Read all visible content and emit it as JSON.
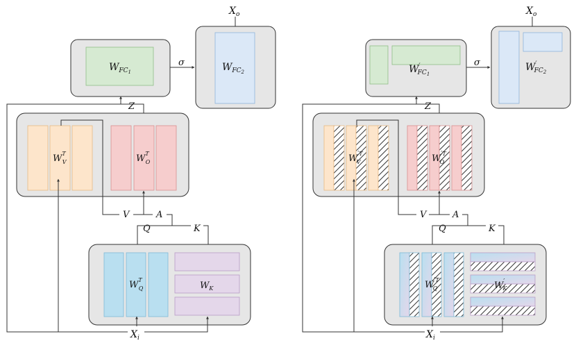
{
  "colors": {
    "fc1": "#d6ead2",
    "fc2": "#dbe8f7",
    "v": "#fde5cb",
    "o": "#f6cdcd",
    "q": "#b9dff0",
    "k": "#e4d7ea"
  },
  "left": {
    "x_out": "X",
    "x_out_sub": "o",
    "x_in": "X",
    "x_in_sub": "i",
    "fc1": {
      "base": "W",
      "sub": "FC",
      "subsub": "1"
    },
    "fc2": {
      "base": "W",
      "sub": "FC",
      "subsub": "2"
    },
    "sigma": "σ",
    "z": "Z",
    "v": "V",
    "a": "A",
    "q": "Q",
    "k": "K",
    "wv": {
      "base": "W",
      "sup": "T",
      "sub": "V"
    },
    "wo": {
      "base": "W",
      "sup": "T",
      "sub": "O"
    },
    "wq": {
      "base": "W",
      "sup": "T",
      "sub": "Q"
    },
    "wk": {
      "base": "W",
      "sub": "K"
    }
  },
  "right": {
    "x_out": "X",
    "x_out_sub": "o",
    "x_in": "X",
    "x_in_sub": "i",
    "fc1": {
      "base": "W",
      "prime": "′",
      "sub": "FC",
      "subsub": "1"
    },
    "fc2": {
      "base": "W",
      "prime": "′",
      "sub": "FC",
      "subsub": "2"
    },
    "sigma": "σ",
    "z": "Z",
    "v": "V",
    "a": "A",
    "q": "Q",
    "k": "K",
    "wv": {
      "base": "W",
      "prime": "′",
      "sup": "T",
      "sub": "V"
    },
    "wo": {
      "base": "W",
      "prime": "′",
      "sup": "T",
      "sub": "O"
    },
    "wq": {
      "base": "W",
      "prime": "′",
      "sup": "T",
      "sub": "Q"
    },
    "wk": {
      "base": "W",
      "prime": "′",
      "sub": "K"
    }
  }
}
